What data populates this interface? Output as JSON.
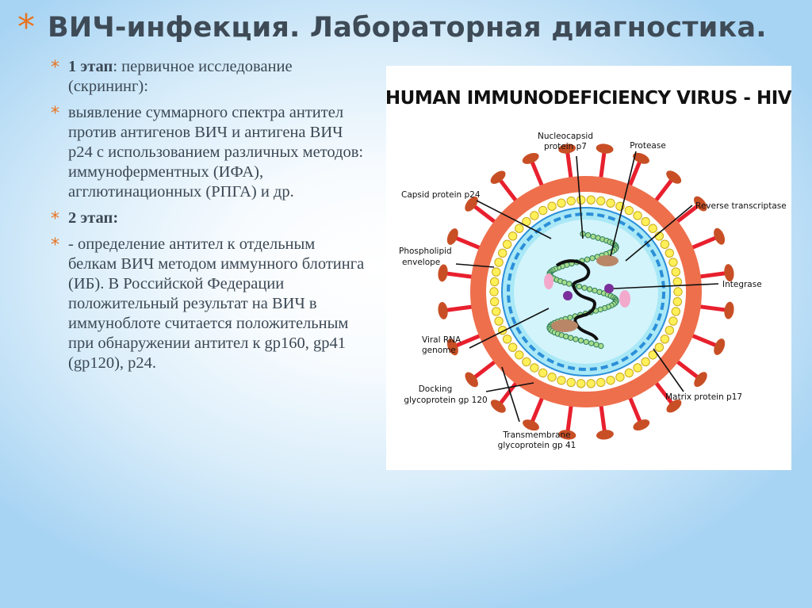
{
  "slide": {
    "title_bullet": "*",
    "title": "ВИЧ-инфекция. Лабораторная диагностика."
  },
  "content": {
    "bullet_symbol": "*",
    "p1_bold": "1 этап",
    "p1_rest": ":  первичное исследование (скрининг):",
    "p2": "выявление суммарного спектра антител против антигенов ВИЧ  и антигена ВИЧ р24 с использованием различных методов: иммуноферментных (ИФА), агглютинационных (РПГА) и др.",
    "p3_bold": "2 этап:",
    "p4": "- определение антител к отдельным белкам ВИЧ методом иммунного блотинга (ИБ). В Российской Федерации положительный результат на ВИЧ в иммуноблоте  считается положительным при обнаружении антител к gp160, gp41 (gp120),   р24."
  },
  "figure": {
    "header": "HUMAN IMMUNODEFICIENCY VIRUS  -  HIV",
    "labels": {
      "nucleocapsid_1": "Nucleocapsid",
      "nucleocapsid_2": "protein p7",
      "protease": "Protease",
      "capsid": "Capsid protein p24",
      "reverse_transcriptase": "Reverse transcriptase",
      "phospholipid_1": "Phospholipid",
      "phospholipid_2": "envelope",
      "integrase": "Integrase",
      "viral_rna_1": "Viral RNA",
      "viral_rna_2": "genome",
      "docking_1": "Docking",
      "docking_2": "glycoprotein gp 120",
      "matrix": "Matrix protein p17",
      "transmembrane_1": "Transmembrane",
      "transmembrane_2": "glycoprotein gp 41"
    },
    "colors": {
      "envelope": "#ee6f4c",
      "spike_stalk": "#e8202e",
      "spike_knob": "#c84f25",
      "matrix_bead": "#fff05a",
      "matrix_bead_stroke": "#c9a818",
      "capsid_fill": "#a9e8f6",
      "capsid_border": "#2b8fd9",
      "rna_bead": "#a8dc8c",
      "rna_bead_stroke": "#2e7d5a",
      "enzyme_brown": "#b98768",
      "enzyme_pink": "#f2a9cc",
      "integrase_purple": "#7a2f9a"
    }
  }
}
